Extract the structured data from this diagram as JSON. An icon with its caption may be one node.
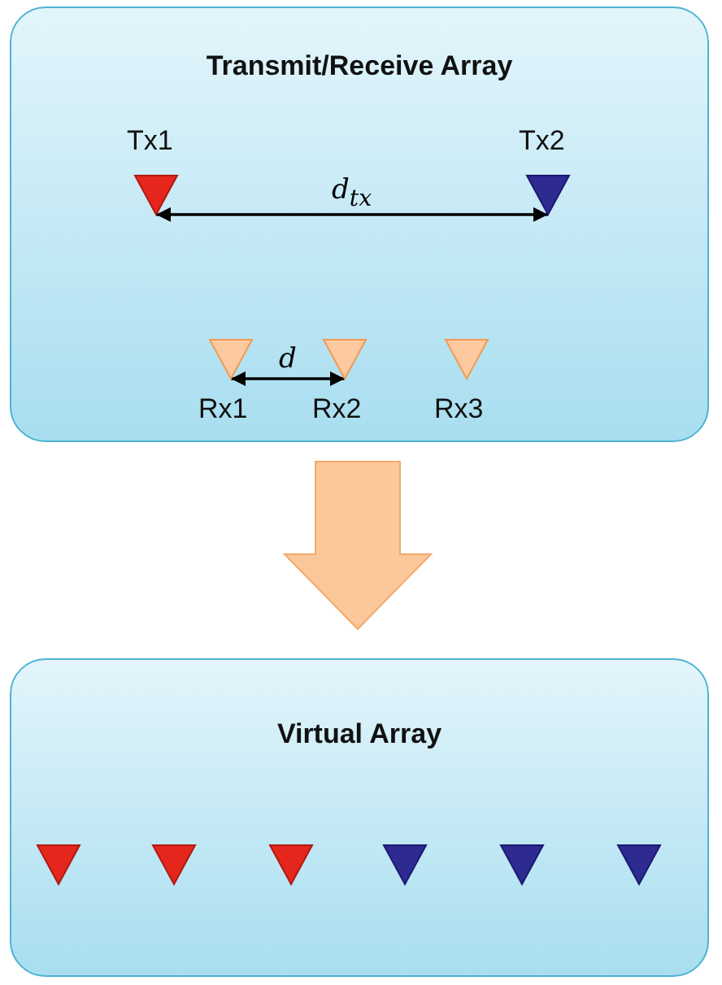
{
  "diagram": {
    "nodes": [
      {
        "text": [
          "Transmit/Receive Array"
        ]
      },
      {
        "text": [],
        "shape": "triangle",
        "beside": [
          "Tx1"
        ],
        "in": 0
      },
      {
        "text": [],
        "shape": "triangle",
        "beside": [
          "Tx2"
        ],
        "in": 0
      },
      {
        "text": [],
        "shape": "triangle",
        "beside": [
          "Rx1"
        ],
        "in": 0
      },
      {
        "text": [],
        "shape": "triangle",
        "beside": [
          "Rx2"
        ],
        "in": 0
      },
      {
        "text": [],
        "shape": "triangle",
        "beside": [
          "Rx3"
        ],
        "in": 0
      },
      {
        "text": [
          "Virtual Array"
        ]
      },
      {
        "text": [],
        "shape": "triangle",
        "in": 6
      },
      {
        "text": [],
        "shape": "triangle",
        "in": 6
      },
      {
        "text": [],
        "shape": "triangle",
        "in": 6
      },
      {
        "text": [],
        "shape": "triangle",
        "in": 6
      },
      {
        "text": [],
        "shape": "triangle",
        "in": 6
      },
      {
        "text": [],
        "shape": "triangle",
        "in": 6
      }
    ],
    "edges": [
      {
        "from": 0,
        "to": 6,
        "arrow": "to",
        "style": "thick",
        "color": "#fbc89c"
      },
      {
        "from": 1,
        "to": 2,
        "arrow": "both",
        "label": "d$_{tx}$"
      },
      {
        "from": 3,
        "to": 4,
        "arrow": "both",
        "label": "d"
      }
    ]
  }
}
